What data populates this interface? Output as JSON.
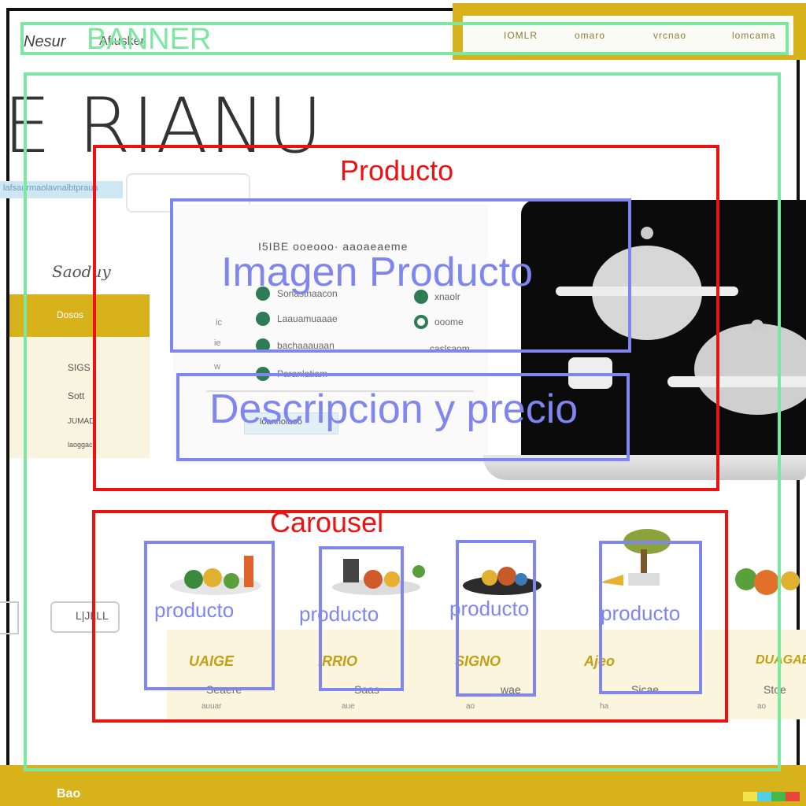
{
  "header": {
    "brand_left": "Nesur",
    "brand_right": "Afiusker",
    "nav_items": [
      "IOMLR",
      "omaro",
      "vrcnao",
      "lomcama"
    ]
  },
  "hero": {
    "title": "E RIANU"
  },
  "sidebar": {
    "search_text": "lafsaurmaolavnalbtpraua",
    "heading": "Saoduy",
    "gold_label": "Dosos",
    "lines": [
      "SIGS",
      "Sott",
      "JUMAD",
      "laoggacl"
    ]
  },
  "product_panel": {
    "title": "I5IBE ooeooo· aaoaeaeme",
    "options_left": [
      "Sonastnaacon",
      "Laauamuaaae",
      "bachaaauaan",
      "Paranlatiam"
    ],
    "options_right": [
      "xnaolr",
      "ooome",
      "caslsaom"
    ],
    "numbers": [
      "ic",
      "ie",
      "w"
    ],
    "button_label": "loannolaoo"
  },
  "carousel": {
    "nav_label": "L|JLLL",
    "cards": [
      {
        "title": "UAIGE",
        "sub": "Seaere",
        "foot": "auuar"
      },
      {
        "title": "IRRIO",
        "sub": "Saas",
        "foot": "aue"
      },
      {
        "title": "SIGNO",
        "sub": "wae",
        "foot": "ao"
      },
      {
        "title": "Ajeo",
        "sub": "Sicae",
        "foot": "ha"
      },
      {
        "title": "DUAGAE",
        "sub": "Stoe",
        "foot": "ao"
      }
    ]
  },
  "footer": {
    "logo": "Bao"
  },
  "annotations": {
    "banner": "BANNER",
    "producto": "Producto",
    "imagen": "Imagen Producto",
    "descripcion": "Descripcion y precio",
    "carousel": "Carousel",
    "producto_items": [
      "producto",
      "producto",
      "producto",
      "producto"
    ]
  },
  "colors": {
    "gold": "#d8b21a",
    "annotation_green": "#7ce7a0",
    "annotation_red": "#ee1111",
    "annotation_blue": "#7f86f0"
  }
}
